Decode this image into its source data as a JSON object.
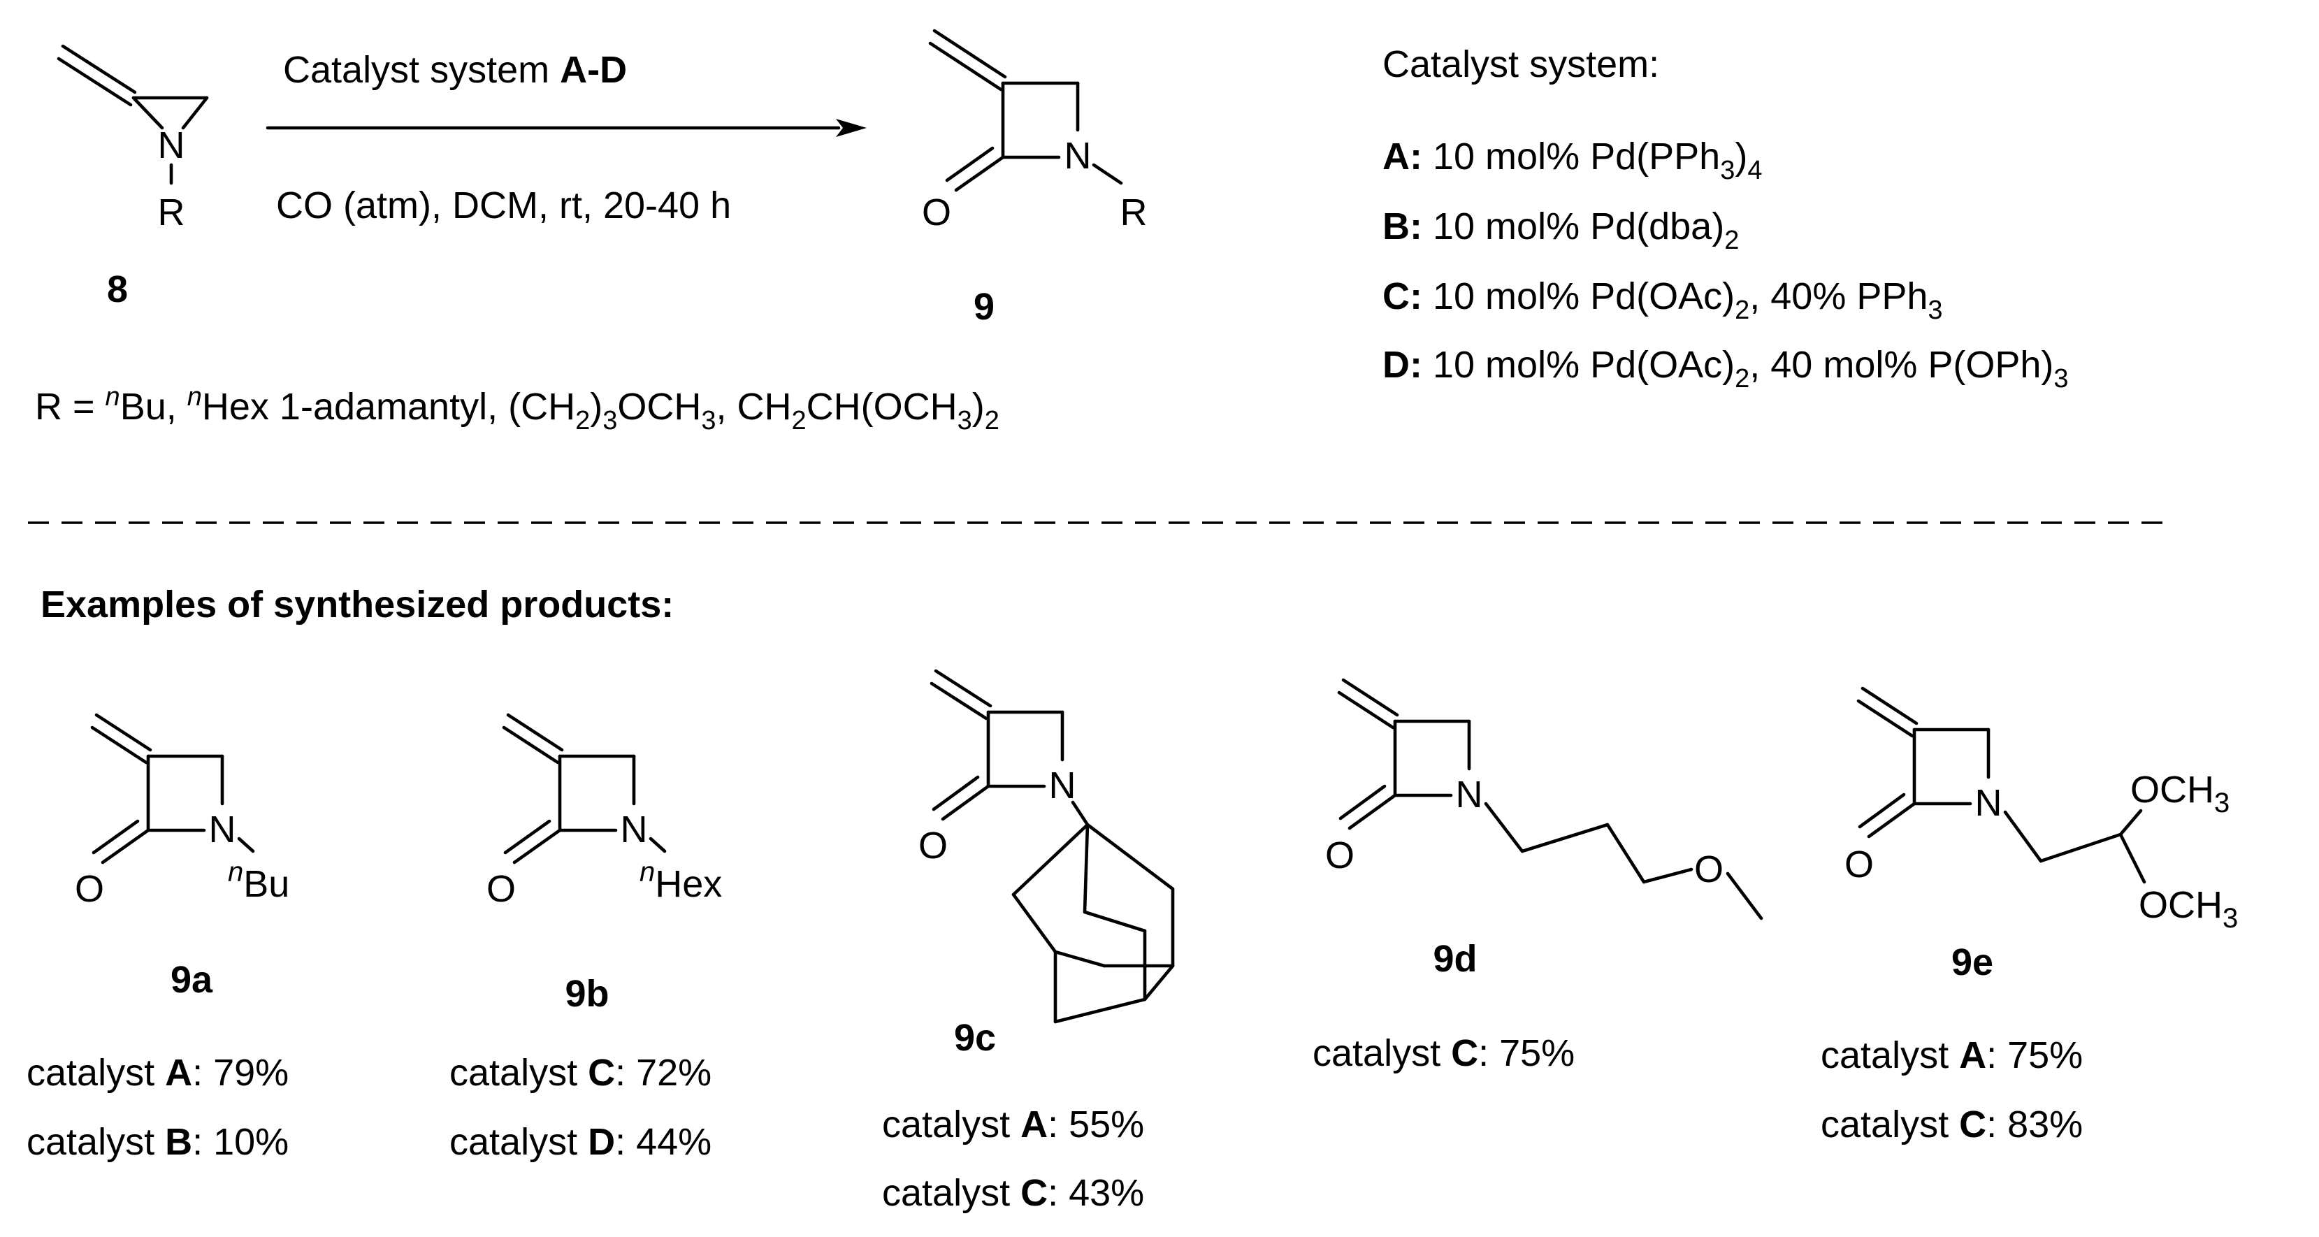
{
  "reaction": {
    "reactant_label": "8",
    "product_label": "9",
    "arrow_top_prefix": "Catalyst system ",
    "arrow_top_bold": "A-D",
    "arrow_bottom": "CO (atm), DCM, rt, 20-40 h",
    "r_group_line": {
      "prefix": "R = ",
      "sup_n1": "n",
      "bu": "Bu, ",
      "sup_n2": "n",
      "hex": "Hex 1-adamantyl, (CH",
      "sub_2a": "2",
      "p1": ")",
      "sub_3": "3",
      "p2": "OCH",
      "sub_3b": "3",
      "p3": ", CH",
      "sub_2b": "2",
      "p4": "CH(OCH",
      "sub_3c": "3",
      "p5": ")",
      "sub_2c": "2"
    }
  },
  "catalyst_system": {
    "heading": "Catalyst system:",
    "entries": [
      {
        "key": "A:",
        "text": " 10 mol% Pd(PPh",
        "sub": "3",
        "after": ")",
        "sub2": "4",
        "tail": ""
      },
      {
        "key": "B:",
        "text": " 10 mol% Pd(dba)",
        "sub": "2",
        "after": "",
        "sub2": "",
        "tail": ""
      },
      {
        "key": "C:",
        "text": " 10 mol% Pd(OAc)",
        "sub": "2",
        "after": ", 40% PPh",
        "sub2": "3",
        "tail": ""
      },
      {
        "key": "D:",
        "text": " 10 mol% Pd(OAc)",
        "sub": "2",
        "after": ", 40 mol% P(OPh)",
        "sub2": "3",
        "tail": ""
      }
    ]
  },
  "examples": {
    "heading": "Examples of synthesized products:",
    "products": [
      {
        "label": "9a",
        "results": [
          {
            "prefix": "catalyst ",
            "cat": "A",
            "yield": ": 79%"
          },
          {
            "prefix": "catalyst ",
            "cat": "B",
            "yield": ": 10%"
          }
        ]
      },
      {
        "label": "9b",
        "results": [
          {
            "prefix": "catalyst ",
            "cat": "C",
            "yield": ": 72%"
          },
          {
            "prefix": "catalyst ",
            "cat": "D",
            "yield": ": 44%"
          }
        ]
      },
      {
        "label": "9c",
        "results": [
          {
            "prefix": "catalyst ",
            "cat": "A",
            "yield": ": 55%"
          },
          {
            "prefix": "catalyst ",
            "cat": "C",
            "yield": ": 43%"
          }
        ]
      },
      {
        "label": "9d",
        "results": [
          {
            "prefix": "catalyst ",
            "cat": "C",
            "yield": ": 75%"
          }
        ]
      },
      {
        "label": "9e",
        "results": [
          {
            "prefix": "catalyst ",
            "cat": "A",
            "yield": ": 75%"
          },
          {
            "prefix": "catalyst ",
            "cat": "C",
            "yield": ": 83%"
          }
        ]
      }
    ]
  },
  "atoms": {
    "N": "N",
    "O": "O",
    "R": "R",
    "n": "n",
    "Bu": "Bu",
    "Hex": "Hex",
    "OCH": "OCH",
    "three": "3"
  }
}
